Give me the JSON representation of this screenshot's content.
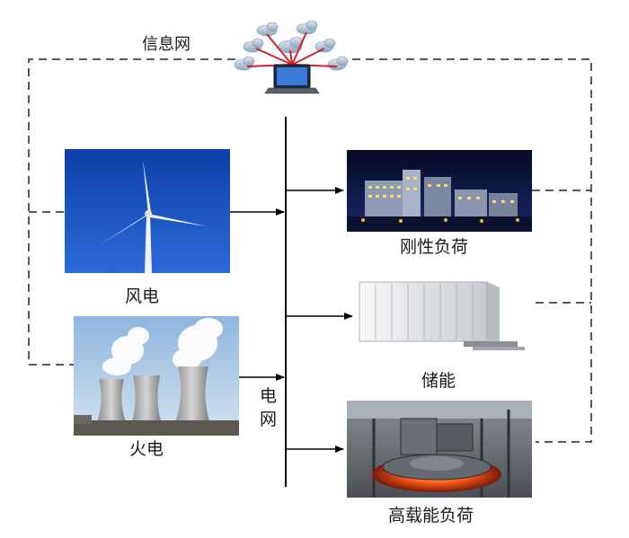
{
  "labels": {
    "info_network": "信息网",
    "wind_power": "风电",
    "thermal_power": "火电",
    "grid_char_1": "电",
    "grid_char_2": "网",
    "rigid_load": "刚性负荷",
    "energy_storage": "储能",
    "high_energy_load": "高载能负荷"
  },
  "icons": {
    "info_network": "cloud-network-laptop-icon",
    "wind_power": "wind-turbine-photo",
    "thermal_power": "cooling-tower-photo",
    "rigid_load": "city-buildings-night-photo",
    "energy_storage": "storage-container-photo",
    "high_energy_load": "industrial-furnace-photo"
  },
  "colors": {
    "power_line": "#000000",
    "info_line": "#222222",
    "sky_blue": "#1e56c8",
    "furnace_glow": "#ff5a1a"
  }
}
